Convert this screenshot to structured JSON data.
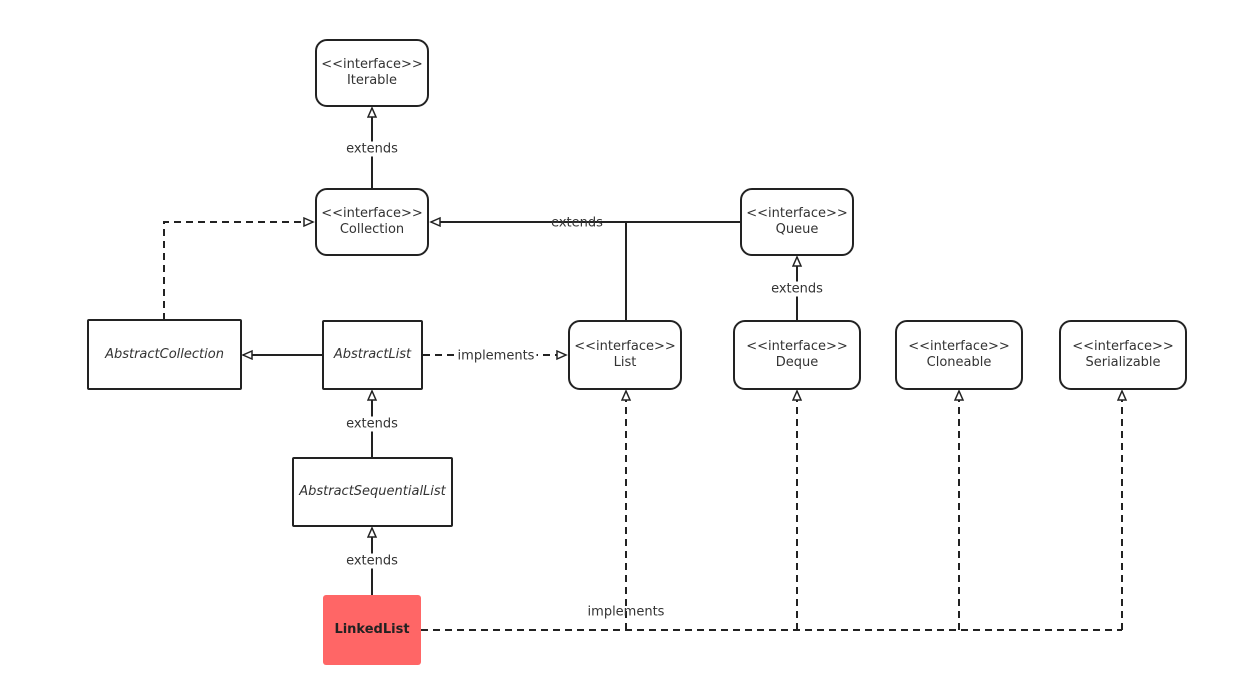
{
  "nodes": {
    "iterable": {
      "stereotype": "<<interface>>",
      "name": "Iterable"
    },
    "collection": {
      "stereotype": "<<interface>>",
      "name": "Collection"
    },
    "queue": {
      "stereotype": "<<interface>>",
      "name": "Queue"
    },
    "list": {
      "stereotype": "<<interface>>",
      "name": "List"
    },
    "deque": {
      "stereotype": "<<interface>>",
      "name": "Deque"
    },
    "cloneable": {
      "stereotype": "<<interface>>",
      "name": "Cloneable"
    },
    "serializable": {
      "stereotype": "<<interface>>",
      "name": "Serializable"
    },
    "abstract_collection": {
      "name": "AbstractCollection"
    },
    "abstract_list": {
      "name": "AbstractList"
    },
    "abstract_sequential_list": {
      "name": "AbstractSequentialList"
    },
    "linked_list": {
      "name": "LinkedList"
    }
  },
  "edge_labels": {
    "collection_to_iterable": "extends",
    "list_queue_to_collection": "extends",
    "deque_to_queue": "extends",
    "abstract_list_to_list": "implements",
    "abstract_sequential_to_abstract_list": "extends",
    "linked_list_to_abstract_sequential": "extends",
    "linked_list_to_interfaces": "implements"
  },
  "colors": {
    "line": "#222222",
    "highlight_fill": "#ff6666"
  }
}
